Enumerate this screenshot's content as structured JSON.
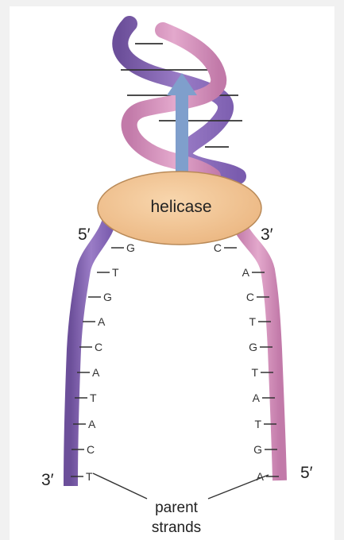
{
  "colors": {
    "background": "#f1f1f1",
    "panel": "#ffffff",
    "left_strand": "#8a6bb8",
    "left_strand_dark": "#6c4f9a",
    "right_strand": "#d48ab8",
    "right_strand_dark": "#b0679a",
    "helicase_fill": "#f2c28e",
    "helicase_stroke": "#b98a58",
    "arrow": "#7f9fcc",
    "text": "#222222"
  },
  "helicase": {
    "label": "helicase"
  },
  "labels": {
    "top_left": "5′",
    "top_right": "3′",
    "bottom_left": "3′",
    "bottom_right": "5′",
    "caption_line1": "parent",
    "caption_line2": "strands"
  },
  "left_bases": [
    "G",
    "T",
    "G",
    "A",
    "C",
    "A",
    "T",
    "A",
    "C",
    "T"
  ],
  "right_bases": [
    "C",
    "A",
    "C",
    "T",
    "G",
    "T",
    "A",
    "T",
    "G",
    "A"
  ]
}
